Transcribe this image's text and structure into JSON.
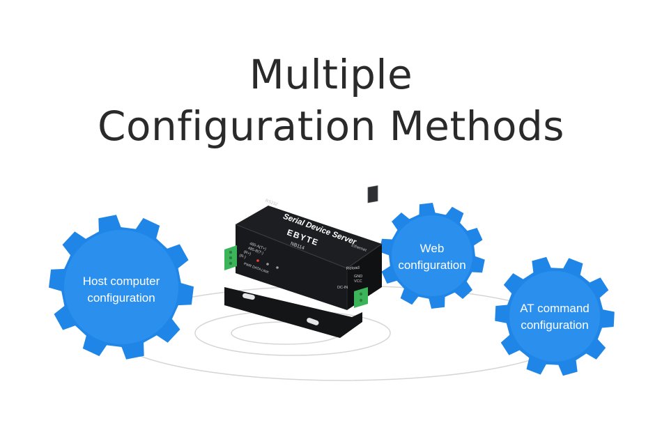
{
  "title": {
    "line1": "Multiple",
    "line2": "Configuration Methods"
  },
  "gears": {
    "host": {
      "line1": "Host computer",
      "line2": "configuration"
    },
    "web": {
      "line1": "Web",
      "line2": "configuration"
    },
    "at": {
      "line1": "AT command",
      "line2": "configuration"
    }
  },
  "device": {
    "product_name": "Serial Device Server",
    "brand": "EBYTE",
    "model": "NB114",
    "port_rs232": "RS232",
    "port_485a": "485-A(T+)",
    "port_485b": "485-B(T-)",
    "port_r_plus": "(R+)",
    "port_r_minus": "(R-)",
    "leds": "PWR DATA LINK",
    "port_ethernet": "Ethernet",
    "reload": "Reload",
    "gnd": "GND",
    "vcc": "VCC",
    "dcin": "DC-IN"
  },
  "colors": {
    "gear": "#1f86e8",
    "gear_center": "#2b8fee",
    "orbit": "#d5d5d5",
    "title": "#2a2a2a",
    "device_body": "#1d1e21",
    "terminal": "#3cb55a"
  }
}
